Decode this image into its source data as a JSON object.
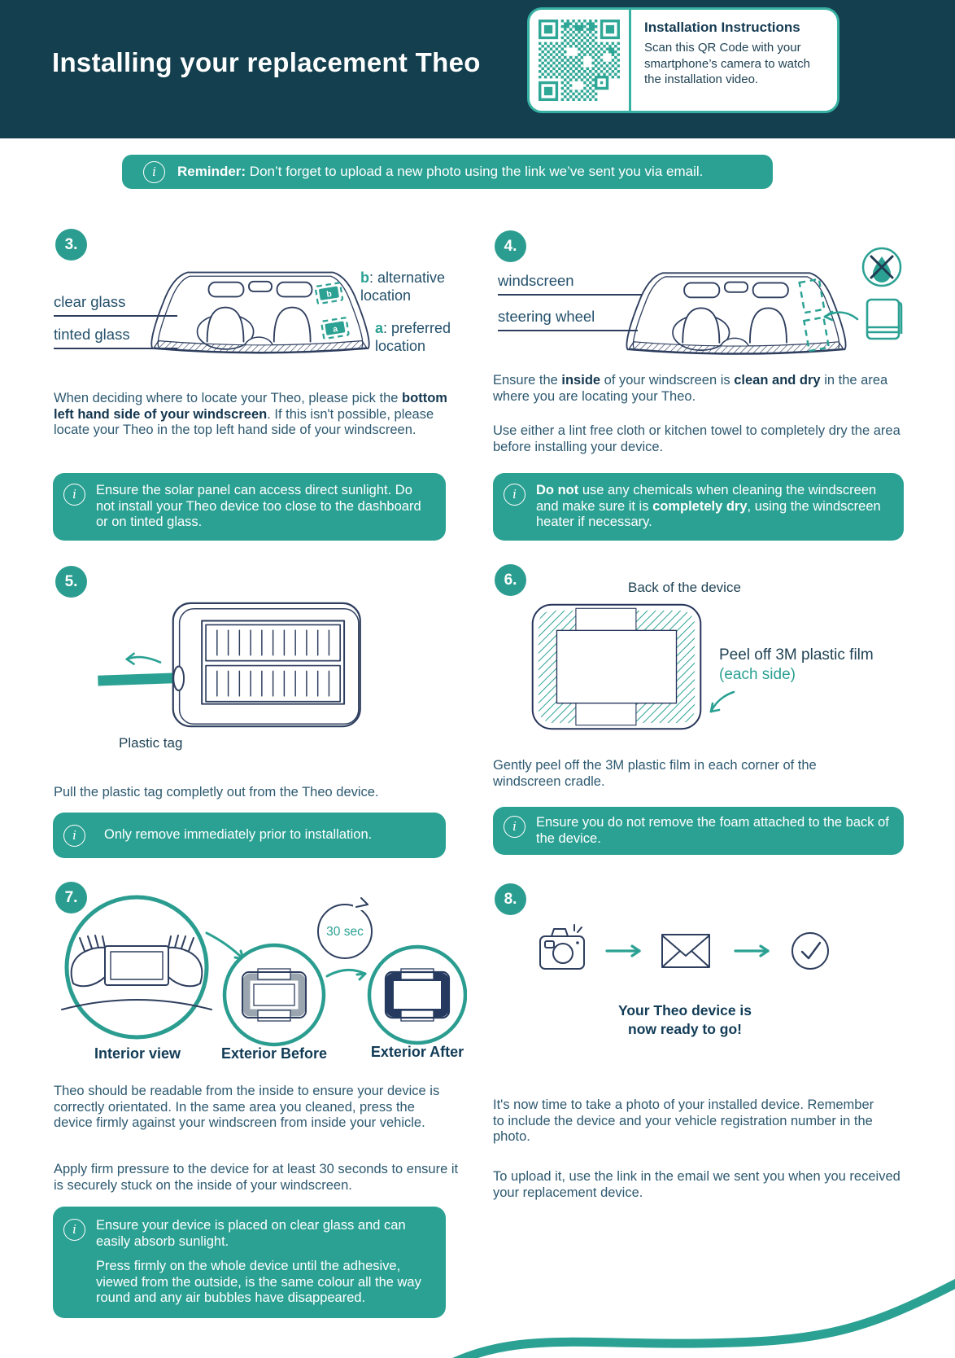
{
  "colors": {
    "navy": "#133F4E",
    "teal": "#2BA193",
    "badge_teal": "#2B9D90",
    "ink": "#2D5970",
    "line_art": "#2E3E5E"
  },
  "icons": {
    "info": "i"
  },
  "header": {
    "title": "Installing your replacement Theo",
    "qr_title": "Installation Instructions",
    "qr_body": "Scan this QR Code with your smartphone’s camera to watch the installation video."
  },
  "reminder": {
    "bold": "Reminder:",
    "text": " Don’t forget to upload a new photo using the link we’ve sent you via email."
  },
  "step3": {
    "num": "3.",
    "label_clear": "clear glass",
    "label_tinted": "tinted glass",
    "chip_b": "b",
    "chip_a": "a",
    "key_b": "b",
    "key_b_text": ": alternative location",
    "key_a": "a",
    "key_a_text": ": preferred location",
    "para": [
      "When deciding where to locate your Theo, please pick the ",
      "bottom left hand side of your windscreen",
      ". If this isn't possible, please locate your Theo in the top left hand side of your windscreen."
    ],
    "info": "Ensure the solar panel can access direct sunlight. Do not install your Theo device too close to the dashboard or on tinted glass."
  },
  "step4": {
    "num": "4.",
    "label_windscreen": "windscreen",
    "label_steering": "steering wheel",
    "para1": [
      "Ensure the ",
      "inside",
      " of your windscreen is ",
      "clean and dry",
      " in the area where you are locating your Theo."
    ],
    "para2": "Use either a lint free cloth or kitchen towel to completely dry the area before installing your device.",
    "info": [
      "Do not",
      " use any chemicals when cleaning the windscreen and make sure it is ",
      "completely dry",
      ", using the windscreen heater if necessary."
    ]
  },
  "step5": {
    "num": "5.",
    "label_tag": "Plastic tag",
    "para": "Pull the plastic tag completly out from the Theo device.",
    "info": "Only remove immediately prior to installation."
  },
  "step6": {
    "num": "6.",
    "label_back": "Back of the device",
    "label_peel": "Peel off 3M plastic film ",
    "label_peel_teal": "(each side)",
    "para": "Gently peel off the 3M plastic film in each corner of the windscreen cradle.",
    "info": "Ensure you do not remove the foam attached to the back of the device."
  },
  "step7": {
    "num": "7.",
    "sec_label": "30 sec",
    "captions": [
      "Interior view",
      "Exterior Before",
      "Exterior After"
    ],
    "para1": "Theo should be readable from the inside to ensure your device is correctly orientated. In the same area you cleaned, press the device firmly against your windscreen from inside your vehicle.",
    "para2": "Apply firm pressure to the device for at least 30 seconds to ensure it is securely stuck on the inside of your windscreen.",
    "info1": "Ensure your device is placed on clear glass and can easily absorb sunlight.",
    "info2": "Press firmly on the whole device until the adhesive, viewed from the outside, is the same colour all the way round and any air bubbles have disappeared."
  },
  "step8": {
    "num": "8.",
    "ready1": "Your Theo device is",
    "ready2": "now ready to go!",
    "para1": "It's now time to take a photo of your installed device. Remember to include the device and your vehicle registration number in the photo.",
    "para2": "To upload it, use the link in the email we sent you when you received your replacement device."
  }
}
